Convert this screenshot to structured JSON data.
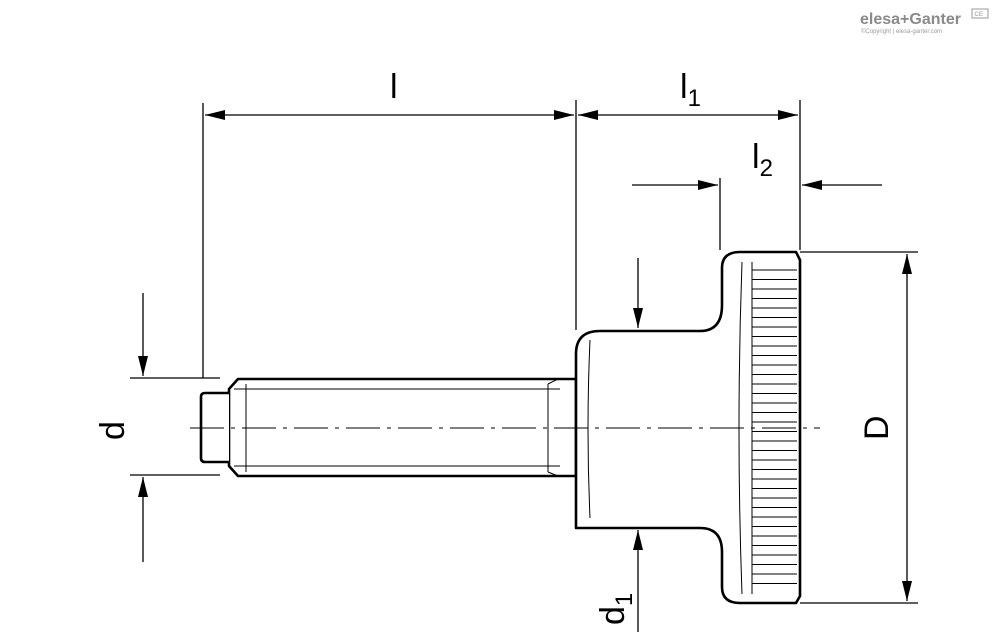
{
  "brand": {
    "name": "elesa+Ganter",
    "copyright": "©Copyright | elesa-ganter.com",
    "mark": "CE"
  },
  "dimensions": {
    "l": {
      "main": "l",
      "sub": ""
    },
    "l1": {
      "main": "l",
      "sub": "1"
    },
    "l2": {
      "main": "l",
      "sub": "2"
    },
    "d": {
      "main": "d",
      "sub": ""
    },
    "d1": {
      "main": "d",
      "sub": "1"
    },
    "D": {
      "main": "D",
      "sub": ""
    }
  }
}
